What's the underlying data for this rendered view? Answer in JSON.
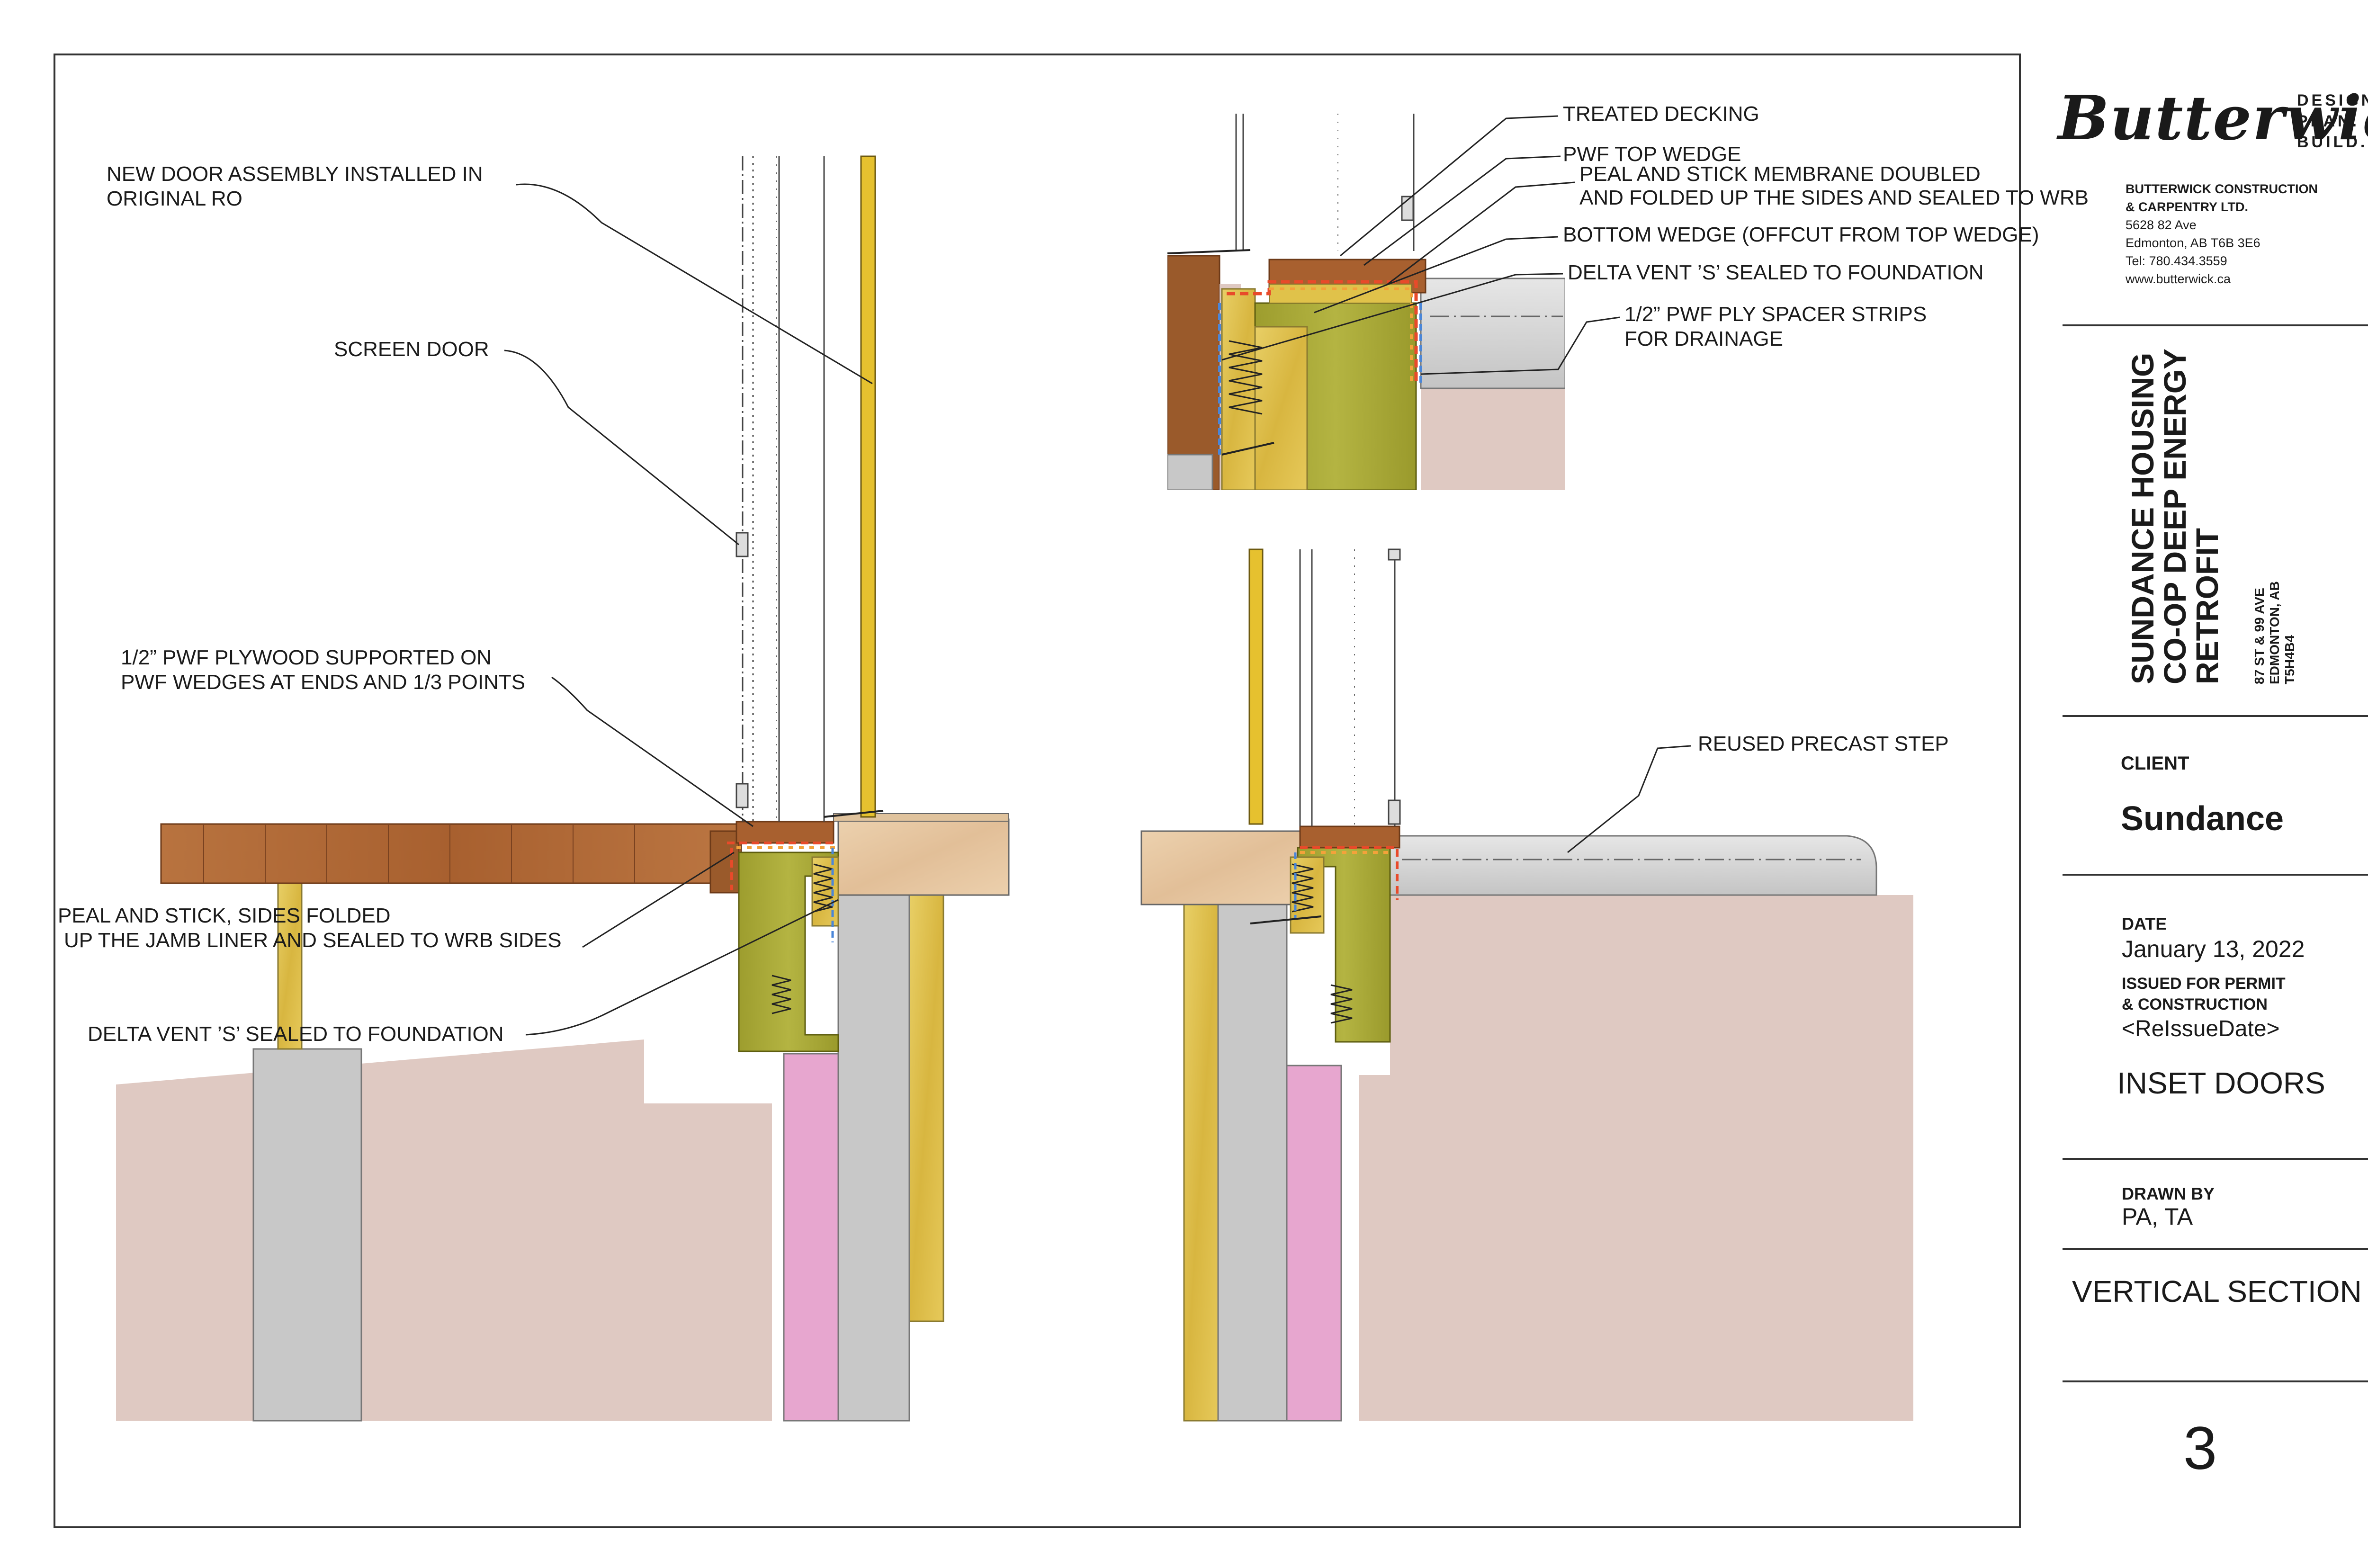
{
  "colors": {
    "decking": "#b06a3a",
    "decking_dark": "#8a4a25",
    "ply_yellow": "#e0c24a",
    "olive": "#a8a838",
    "foundation": "#c8c8c8",
    "soil": "#dfc9c2",
    "insulation": "#e7a6cf",
    "osb": "#e6c9a6",
    "membrane_red": "#e84a2a",
    "membrane_orange": "#f4a23a",
    "delta_blue": "#4a86d8"
  },
  "annotations": {
    "new_door": [
      "NEW DOOR ASSEMBLY INSTALLED IN",
      "ORIGINAL RO"
    ],
    "screen_door": "SCREEN DOOR",
    "plywood": [
      "1/2” PWF PLYWOOD SUPPORTED ON",
      "PWF WEDGES AT  ENDS AND 1/3 POINTS"
    ],
    "peal_stick": [
      "PEAL AND STICK, SIDES FOLDED",
      "UP THE JAMB LINER AND SEALED TO WRB SIDES"
    ],
    "delta_vent_left": "DELTA VENT ’S’ SEALED TO FOUNDATION",
    "treated_decking": "TREATED DECKING",
    "pwf_top_wedge": "PWF TOP WEDGE",
    "peal_membrane": [
      "PEAL AND STICK MEMBRANE DOUBLED",
      "AND FOLDED UP THE SIDES AND SEALED TO WRB"
    ],
    "bottom_wedge": "BOTTOM WEDGE (OFFCUT FROM TOP WEDGE)",
    "delta_vent_detail": "DELTA VENT ’S’ SEALED TO FOUNDATION",
    "spacer_strips": [
      "1/2” PWF PLY SPACER STRIPS",
      "FOR DRAINAGE"
    ],
    "precast_step": "REUSED PRECAST STEP"
  },
  "title_block": {
    "logo": "Butterwick",
    "tagline": [
      "DESIGN.",
      "PLAN.",
      "BUILD."
    ],
    "company": [
      "BUTTERWICK CONSTRUCTION",
      "& CARPENTRY LTD."
    ],
    "address": [
      "5628 82 Ave",
      "Edmonton, AB T6B 3E6",
      "Tel: 780.434.3559",
      "www.butterwick.ca"
    ],
    "project": [
      "SUNDANCE HOUSING",
      "CO-OP DEEP ENERGY",
      "RETROFIT"
    ],
    "project_address": [
      "87 ST & 99 AVE",
      "EDMONTON, AB",
      "T5H4B4"
    ],
    "client_label": "CLIENT",
    "client": "Sundance",
    "date_label": "DATE",
    "date": "January 13, 2022",
    "issued_label": [
      "ISSUED FOR PERMIT",
      "& CONSTRUCTION"
    ],
    "reissue": "<ReIssueDate>",
    "sheet_title": "INSET DOORS",
    "drawn_by_label": "DRAWN BY",
    "drawn_by": "PA, TA",
    "section": "VERTICAL SECTION",
    "sheet_number": "3"
  }
}
